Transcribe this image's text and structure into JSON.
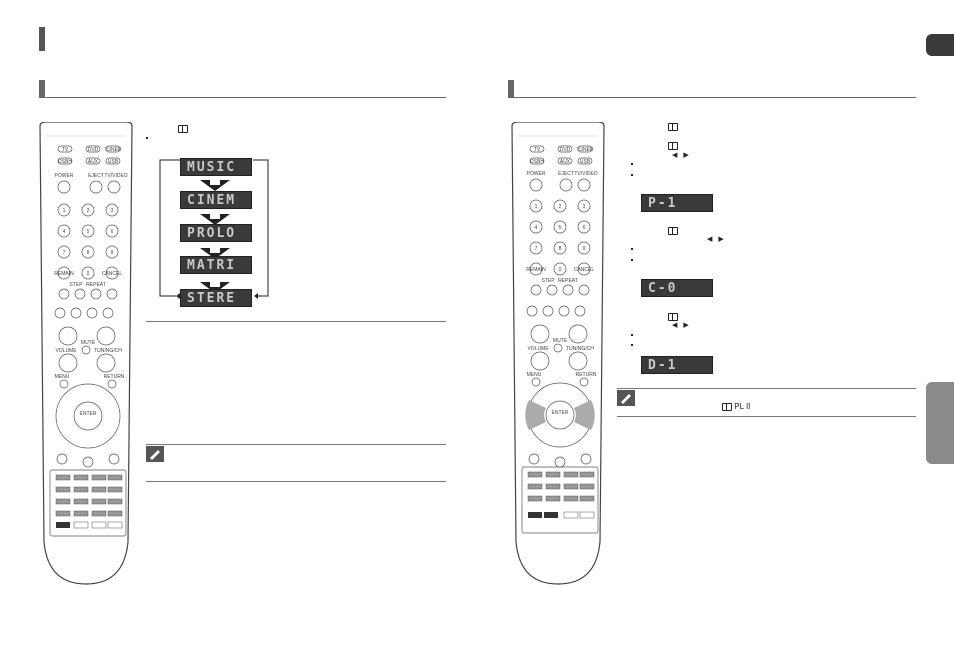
{
  "colors": {
    "dark": "#3a3a3a",
    "lcd_text": "#c9c9c9",
    "tab_gray": "#8a8a8a"
  },
  "remote": {
    "source_buttons": [
      "TV",
      "DVD",
      "TUNER",
      "DSBH",
      "AUX",
      "USB"
    ],
    "power_label": "POWER",
    "eject_label": "EJECT",
    "tv_video_label": "TV/VIDEO",
    "digits": [
      "1",
      "2",
      "3",
      "4",
      "5",
      "6",
      "7",
      "8",
      "9",
      "REMAIN",
      "0",
      "CANCEL"
    ],
    "step_label": "STEP",
    "repeat_label": "REPEAT",
    "mute_label": "MUTE",
    "volume_label": "VOLUME",
    "tuning_label": "TUNING/CH",
    "menu_label": "MENU",
    "return_label": "RETURN",
    "enter_label": "ENTER"
  },
  "left": {
    "modes": [
      "MUSIC",
      "CINEM",
      "PROLO",
      "MATRI",
      "STERE"
    ]
  },
  "right": {
    "displays": [
      "P-1",
      "C-0",
      "D-1"
    ],
    "pl": "PL II"
  }
}
